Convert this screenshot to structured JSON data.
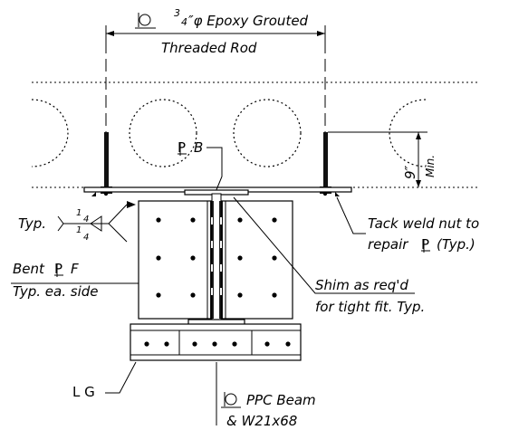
{
  "notes": {
    "rod_sup": "3",
    "rod_sub": "4",
    "rod_line1": "″φ Epoxy Grouted",
    "rod_line2": "Threaded Rod",
    "plate_b": "B",
    "dim_9": "9″",
    "dim_min": "Min.",
    "typ": "Typ.",
    "weld_size_top": "1",
    "weld_size_top_den": "4",
    "weld_size_bot": "1",
    "weld_size_bot_den": "4",
    "tack_line1": "Tack weld nut to",
    "tack_line2_a": "repair",
    "tack_line2_b": "(Typ.)",
    "bent_line1_a": "Bent",
    "bent_line1_b": "F",
    "bent_line2": "Typ. ea. side",
    "shim_line1": "Shim as req'd",
    "shim_line2": "for tight fit. Typ.",
    "angle_g": "L G",
    "beam_line1": "PPC Beam",
    "beam_line2": "& W21x68"
  },
  "symbols": {
    "centerline": "centerline-symbol",
    "plate": "plate-symbol"
  }
}
